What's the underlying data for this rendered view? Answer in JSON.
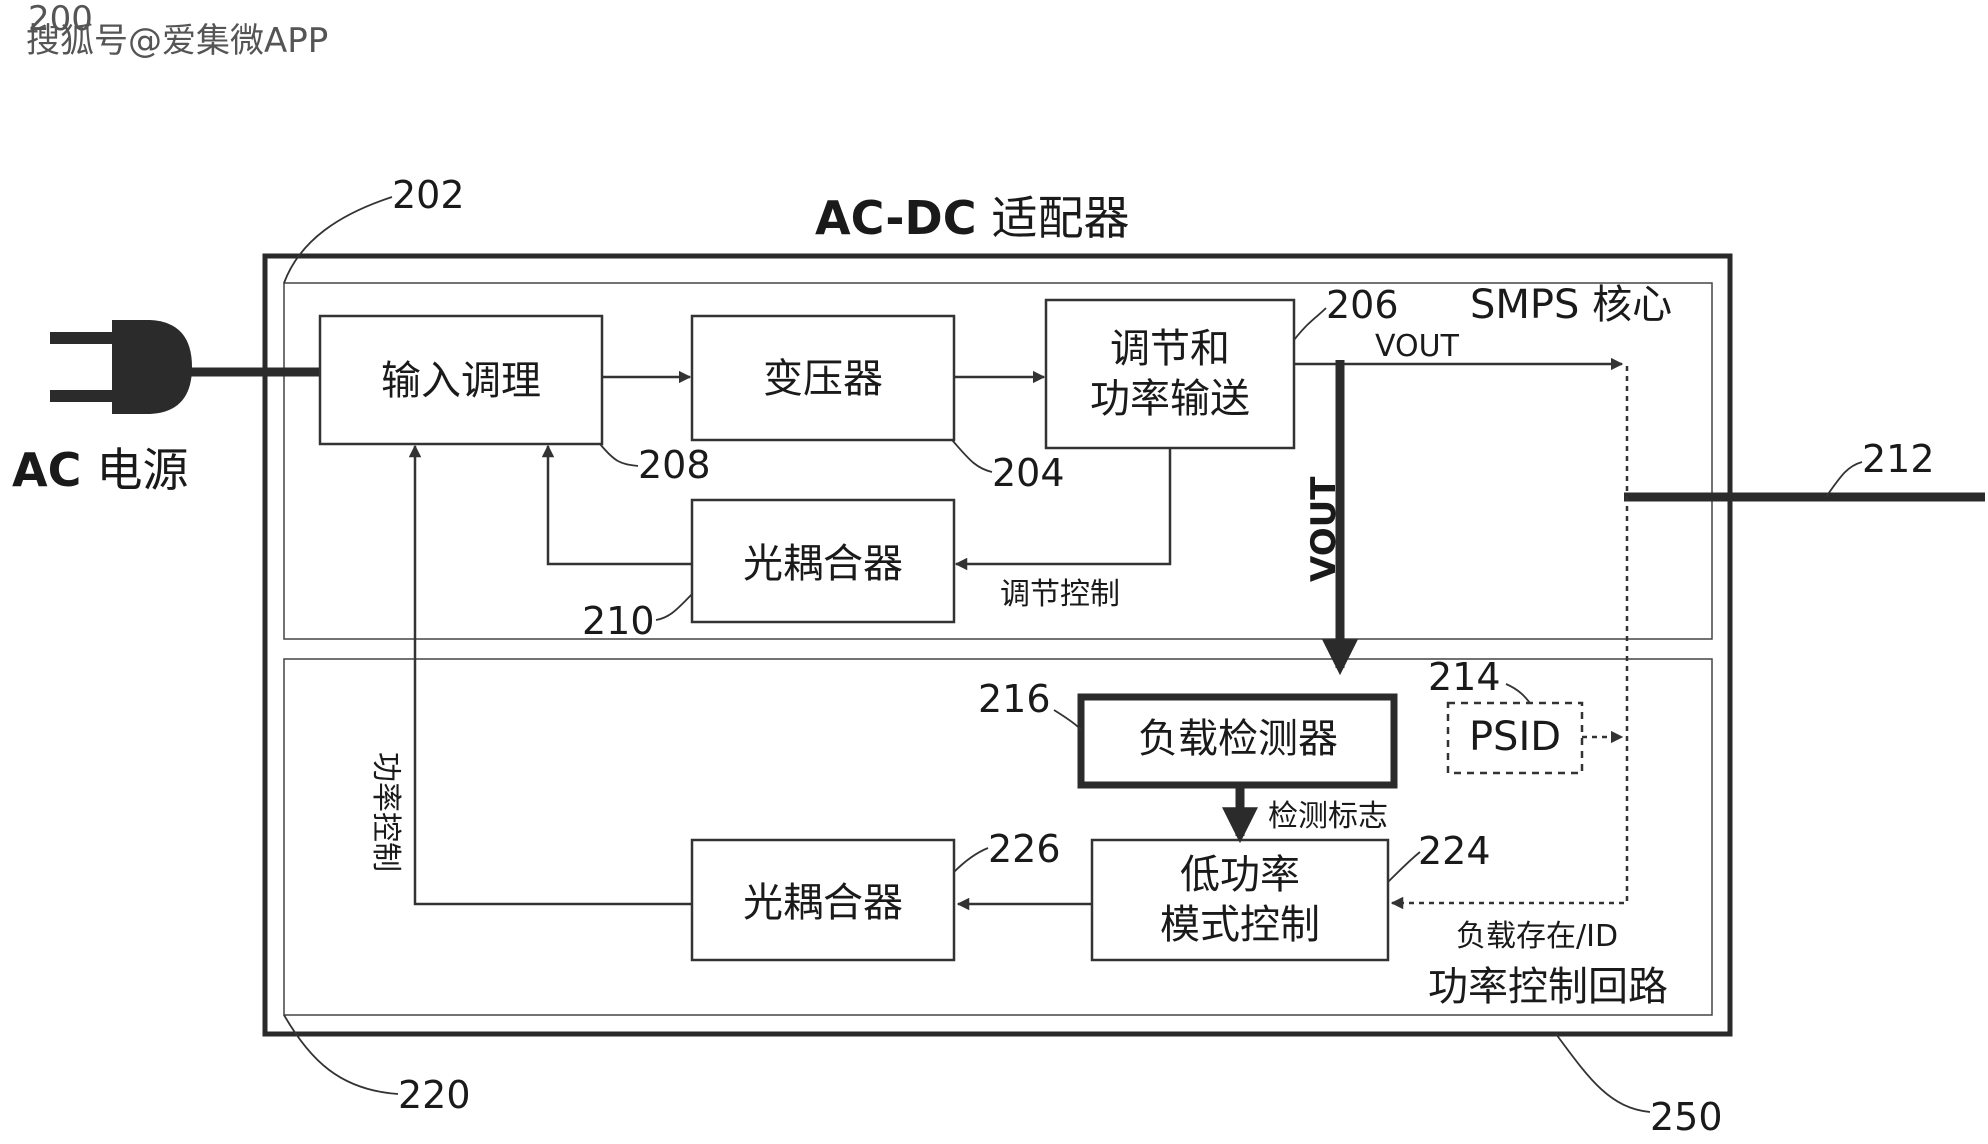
{
  "watermark": "搜狐号@爱集微APP",
  "figure_number": "200",
  "adapter": {
    "title_bold": "AC-DC",
    "title_rest": "适配器",
    "ref": "250"
  },
  "ac_source": {
    "bold": "AC",
    "rest": "电源"
  },
  "smps": {
    "label": "SMPS 核心",
    "ref": "202",
    "blocks": {
      "input_conditioning": {
        "label": "输入调理",
        "ref": "208"
      },
      "transformer": {
        "label": "变压器",
        "ref": "204"
      },
      "regulation": {
        "line1": "调节和",
        "line2": "功率输送",
        "ref": "206"
      },
      "optocoupler_top": {
        "label": "光耦合器",
        "ref": "210"
      }
    },
    "signals": {
      "vout_horizontal": "VOUT",
      "regulation_control": "调节控制"
    }
  },
  "power_control_loop": {
    "label": "功率控制回路",
    "ref": "220",
    "blocks": {
      "load_detector": {
        "label": "负载检测器",
        "ref": "216"
      },
      "psid": {
        "label": "PSID",
        "ref": "214"
      },
      "low_power_mode": {
        "line1": "低功率",
        "line2": "模式控制",
        "ref": "224"
      },
      "optocoupler_bottom": {
        "label": "光耦合器",
        "ref": "226"
      }
    },
    "signals": {
      "vout_vertical": "VOUT",
      "detection_flag": "检测标志",
      "load_present_id": "负载存在/ID",
      "power_control": "功率控制"
    }
  },
  "output": {
    "ref": "212"
  }
}
